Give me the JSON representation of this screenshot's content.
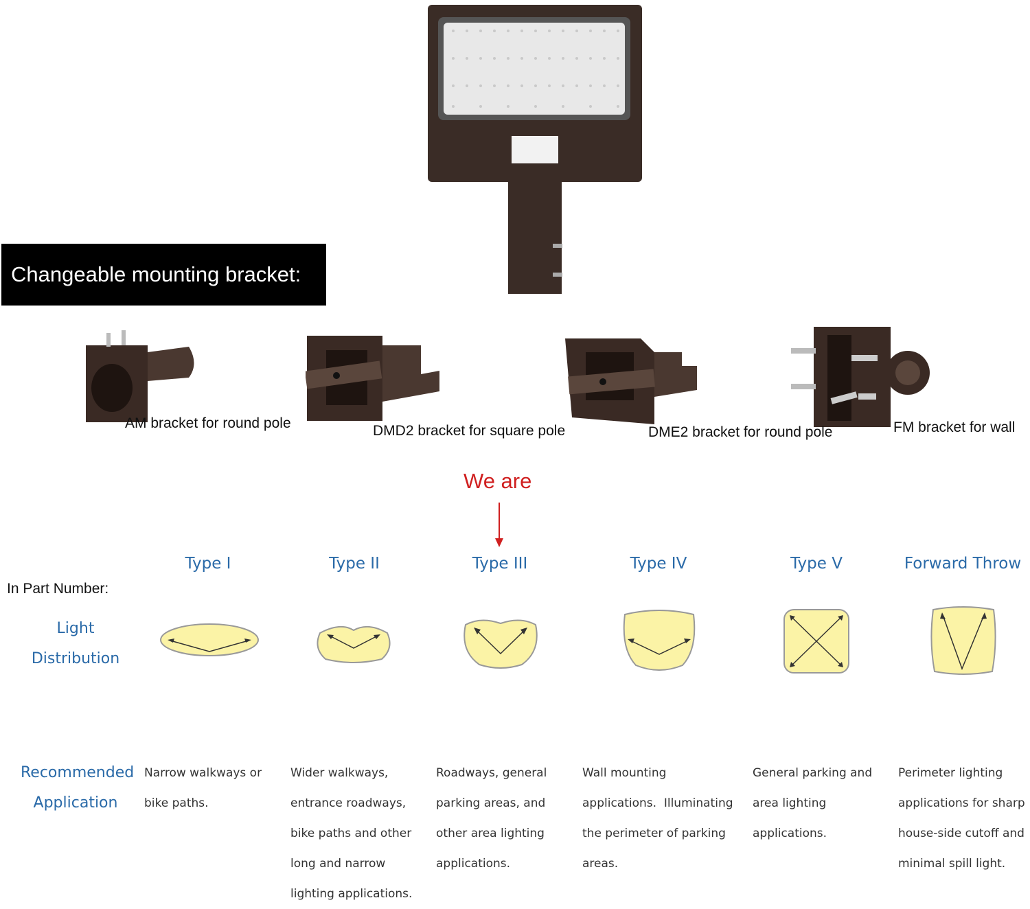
{
  "banner": {
    "title": "Changeable mounting bracket:"
  },
  "brackets": [
    {
      "label": "AM bracket for round pole"
    },
    {
      "label": "DMD2 bracket for square pole"
    },
    {
      "label": "DME2 bracket for round pole"
    },
    {
      "label": "FM bracket for wall"
    }
  ],
  "pointer": {
    "label": "We are"
  },
  "part_number_label": "In Part Number:",
  "row_labels": {
    "light_line1": "Light",
    "light_line2": "Distribution",
    "rec_line1": "Recommended",
    "rec_line2": "Application"
  },
  "types": [
    {
      "name": "Type I",
      "app": [
        "Narrow walkways or",
        "bike paths."
      ]
    },
    {
      "name": "Type II",
      "app": [
        "Wider walkways,",
        "entrance roadways,",
        "bike paths and other",
        "long and narrow",
        "lighting applications."
      ]
    },
    {
      "name": "Type III",
      "app": [
        "Roadways, general",
        "parking areas, and",
        "other area lighting",
        "applications."
      ]
    },
    {
      "name": "Type IV",
      "app": [
        "Wall mounting",
        "applications.  Illuminating",
        "the perimeter of parking",
        "areas."
      ]
    },
    {
      "name": "Type V",
      "app": [
        "General parking and",
        "area lighting",
        "applications."
      ]
    },
    {
      "name": "Forward Throw",
      "app": [
        "Perimeter lighting",
        "applications for sharp",
        "house-side cutoff and",
        "minimal spill light."
      ]
    }
  ],
  "colors": {
    "light_fill": "#fbf3a6",
    "accent_blue": "#2a6aa8",
    "pointer_red": "#d02020",
    "bracket_brown": "#3a2a24"
  }
}
